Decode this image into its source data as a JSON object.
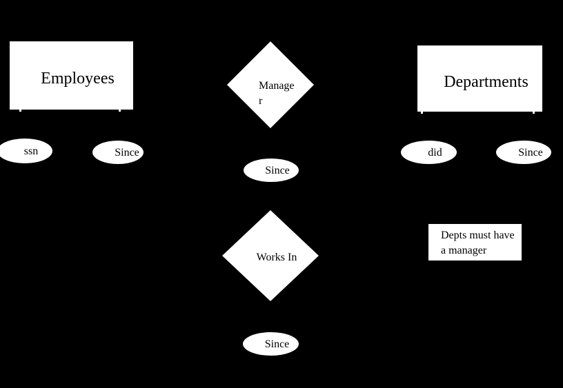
{
  "diagram": {
    "background_color": "#000000",
    "shape_fill_color": "#ffffff",
    "text_color": "#000000",
    "entities": [
      {
        "id": "employees",
        "label": "Employees"
      },
      {
        "id": "departments",
        "label": "Departments"
      }
    ],
    "relationships": [
      {
        "id": "manager",
        "label": "Manager",
        "lines": [
          "Manage",
          "r"
        ]
      },
      {
        "id": "works-in",
        "label": "Works In",
        "lines": [
          "Works In"
        ]
      }
    ],
    "attributes": [
      {
        "id": "ssn",
        "label": "ssn"
      },
      {
        "id": "employees-since",
        "label": "Since"
      },
      {
        "id": "manager-since",
        "label": "Since"
      },
      {
        "id": "departments-did",
        "label": "did"
      },
      {
        "id": "departments-since",
        "label": "Since"
      },
      {
        "id": "works-in-since",
        "label": "Since"
      }
    ],
    "note": {
      "lines": [
        "Depts must have",
        "a manager"
      ]
    }
  }
}
